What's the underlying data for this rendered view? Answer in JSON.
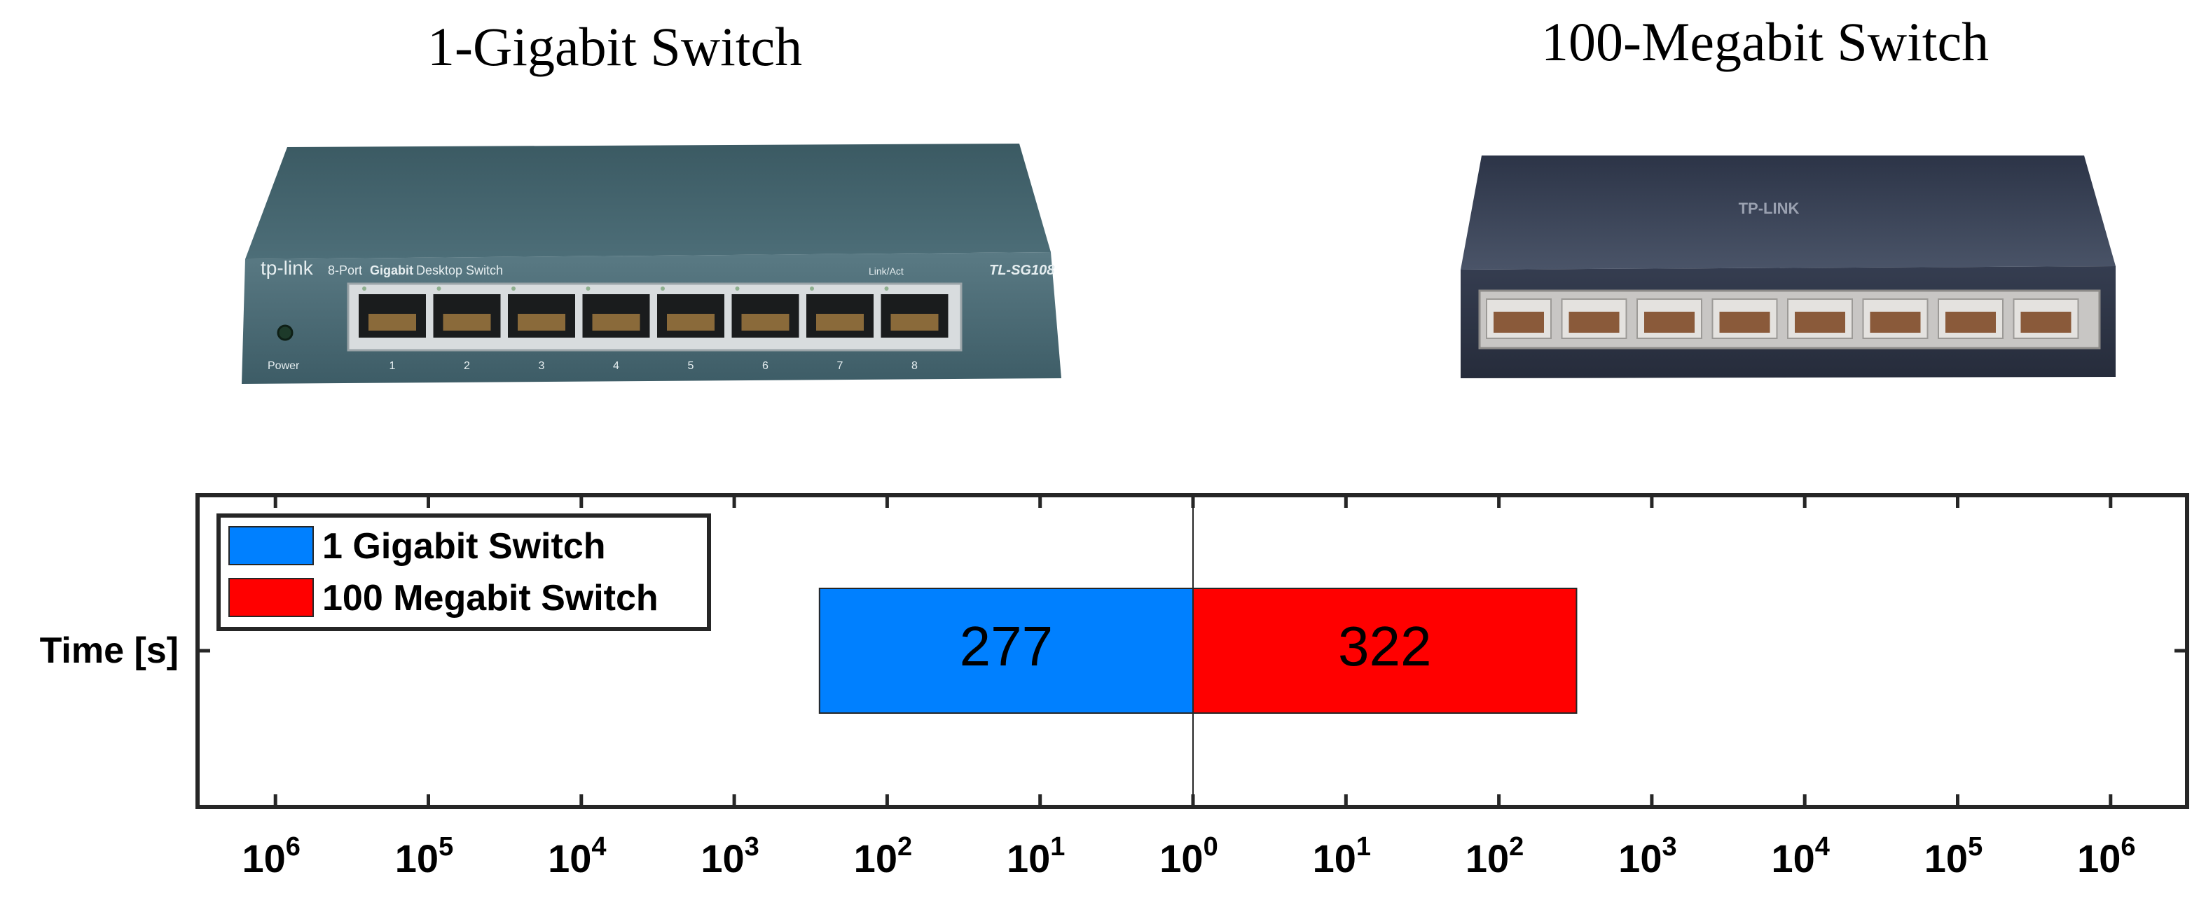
{
  "images": {
    "left": {
      "title": "1-Gigabit Switch",
      "brand": "tp-link",
      "product_line": "8-Port",
      "product_bold": "Gigabit",
      "product_rest": "Desktop Switch",
      "model": "TL-SG108",
      "link_act": "Link/Act",
      "power": "Power",
      "ports": [
        "1",
        "2",
        "3",
        "4",
        "5",
        "6",
        "7",
        "8"
      ]
    },
    "right": {
      "title": "100-Megabit Switch",
      "brand": "TP-LINK"
    }
  },
  "chart_data": {
    "type": "bar",
    "orientation": "horizontal",
    "categories": [
      "Time [s]"
    ],
    "x_scale": "log (mirrored about 10^0)",
    "xlim_left": [
      1000000,
      1
    ],
    "xlim_right": [
      1,
      1000000
    ],
    "x_ticks": [
      {
        "base": "10",
        "exp": "6"
      },
      {
        "base": "10",
        "exp": "5"
      },
      {
        "base": "10",
        "exp": "4"
      },
      {
        "base": "10",
        "exp": "3"
      },
      {
        "base": "10",
        "exp": "2"
      },
      {
        "base": "10",
        "exp": "1"
      },
      {
        "base": "10",
        "exp": "0"
      },
      {
        "base": "10",
        "exp": "1"
      },
      {
        "base": "10",
        "exp": "2"
      },
      {
        "base": "10",
        "exp": "3"
      },
      {
        "base": "10",
        "exp": "4"
      },
      {
        "base": "10",
        "exp": "5"
      },
      {
        "base": "10",
        "exp": "6"
      }
    ],
    "series": [
      {
        "name": "1 Gigabit Switch",
        "value": 277,
        "label": "277",
        "side": "left",
        "color": "#0080ff"
      },
      {
        "name": "100 Megabit Switch",
        "value": 322,
        "label": "322",
        "side": "right",
        "color": "#ff0000"
      }
    ],
    "legend_position": "top-left",
    "grid": false
  }
}
